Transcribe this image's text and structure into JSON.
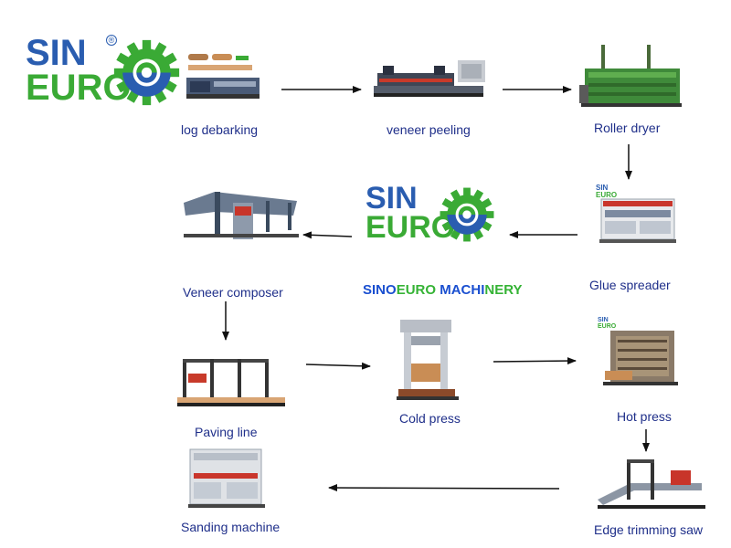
{
  "logo_top": {
    "line1": "SIN",
    "line2": "EURO",
    "reg": "®"
  },
  "logo_center": {
    "line1": "SIN",
    "line2": "EURO"
  },
  "brand": {
    "part1": "SINO",
    "part2": "EURO",
    "part3": " MACHI",
    "part4": "NERY"
  },
  "steps": {
    "log_debarking": "log debarking",
    "veneer_peeling": "veneer peeling",
    "roller_dryer": "Roller dryer",
    "glue_spreader": "Glue spreader",
    "veneer_composer": "Veneer composer",
    "paving_line": "Paving line",
    "cold_press": "Cold press",
    "hot_press": "Hot press",
    "edge_trimming_saw": "Edge trimming saw",
    "sanding_machine": "Sanding machine"
  },
  "mini_logo": "SIN EURO",
  "colors": {
    "blue": "#2a5db0",
    "green": "#3aaa35",
    "label": "#1f2f8a",
    "arrow": "#111111"
  }
}
